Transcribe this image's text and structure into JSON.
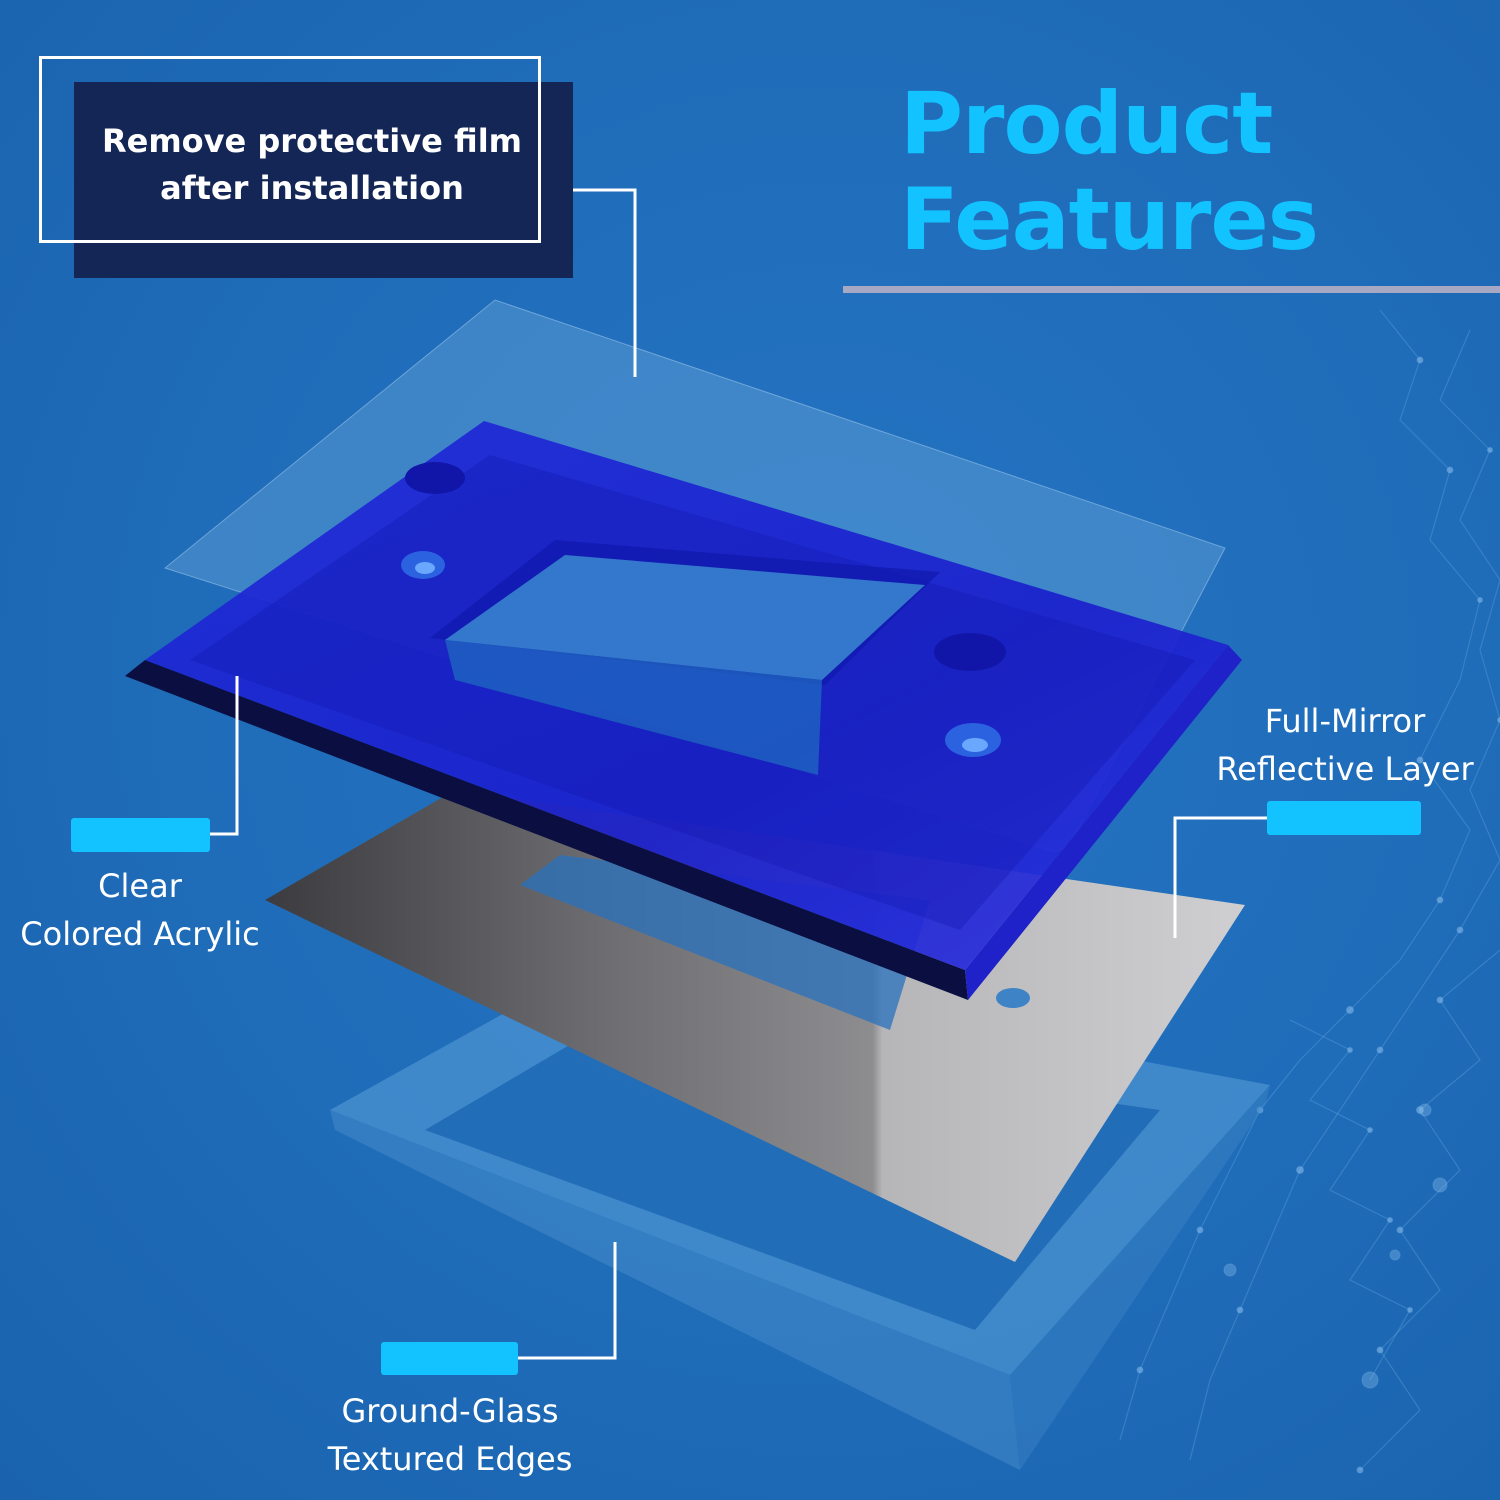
{
  "title": {
    "line1": "Product",
    "line2": "Features"
  },
  "callouts": {
    "protective_film": {
      "line1": "Remove protective film",
      "line2": "after installation"
    },
    "acrylic": {
      "line1": "Clear",
      "line2": "Colored Acrylic"
    },
    "mirror": {
      "line1": "Full-Mirror",
      "line2": "Reflective Layer"
    },
    "edges": {
      "line1": "Ground-Glass",
      "line2": "Textured Edges"
    }
  },
  "colors": {
    "background": "#1e6bb8",
    "accent_cyan": "#12c3ff",
    "note_box": "#132656",
    "acrylic_blue": "#1a1fd6",
    "mirror_silver": "#a9a9ad",
    "title_rule": "#a7a9c4"
  }
}
